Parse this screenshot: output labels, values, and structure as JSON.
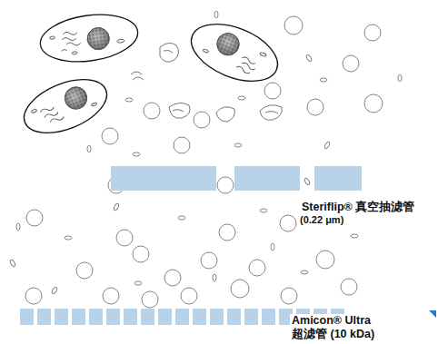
{
  "diagram": {
    "labels": [
      "Steriflip® 真空抽滤管",
      "(0.22 μm)",
      "Amicon® Ultra",
      "超滤管 (10 kDa)"
    ]
  }
}
